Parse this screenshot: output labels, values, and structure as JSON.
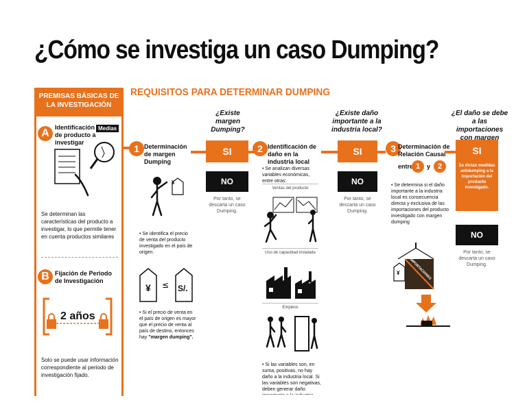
{
  "title": "¿Cómo se investiga un caso Dumping?",
  "premises": {
    "header": "PREMISAS BÁSICAS DE LA INVESTIGACIÓN",
    "a": {
      "letter": "A",
      "title": "Identificación de producto a investigar",
      "badge": "Medias",
      "text": "Se determinan las características del producto a investigar, lo que permite tener en cuenta productos similares"
    },
    "b": {
      "letter": "B",
      "title": "Fijación de Periodo de Investigación",
      "period": "2 años",
      "text": "Solo se puede usar información correspondiente al periodo de investigación fijado."
    }
  },
  "requirements": {
    "header": "REQUISITOS PARA DETERMINAR DUMPING",
    "step1": {
      "num": "1",
      "title": "Determinación de margen Dumping",
      "question": "¿Existe margen Dumping?",
      "yes": "SI",
      "no": "NO",
      "no_text": "Por tanto, se descarta un caso Dumping.",
      "bullet1": "Se identifica el precio de venta del producto investigado en el país de origen.",
      "bullet2": "Si el precio de venta en el país de origen es mayor que el precio de venta al país de destino, entonces hay",
      "bullet2_bold": "\"margen dumping\".",
      "tag_yen": "¥",
      "tag_sol": "S/.",
      "tag_yen_small": "¥"
    },
    "step2": {
      "num": "2",
      "title": "Identificación de daño en la industria local",
      "question": "¿Existe daño importante a la industria local?",
      "yes": "SI",
      "no": "NO",
      "no_text": "Por tanto, se descarta un caso Dumping.",
      "bullet1": "Se analizan diversas variables económicas, entre otras:",
      "panel1": "Ventas del producto",
      "panel2": "Uso de capacidad instalada",
      "panel3": "Empleos",
      "bullet2": "Si las variables son, en suma, positivas, no hay daño a la industria local. Si las variables son negativas, deben generar daño importante a la industria local."
    },
    "step3": {
      "num": "3",
      "title": "Determinación de Relación Causal",
      "between": "entre",
      "c1": "1",
      "and": "y",
      "c2": "2",
      "question": "¿El daño se debe a las importaciones con margen dumping?",
      "yes": "SI",
      "yes_text": "Se dictan medidas antidumping a la importación del producto investigado.",
      "no": "NO",
      "no_text": "Por tanto, se descarta un caso Dumping.",
      "bullet": "Se determina si el daño importante a la industria local es consecuencia directa y exclusiva de las importaciones del producto investigado con margen dumping",
      "crate": "IMPORTACIONES",
      "crate_tag": "¥"
    }
  },
  "colors": {
    "accent": "#e8711c",
    "dark": "#111111"
  }
}
